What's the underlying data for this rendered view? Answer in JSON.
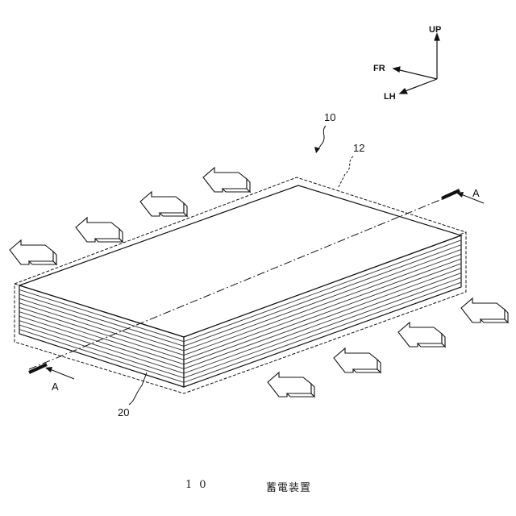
{
  "axes": {
    "up": "UP",
    "front": "FR",
    "left": "LH"
  },
  "references": {
    "device": "10",
    "case_outline": "12",
    "stack": "20",
    "section_top": "A",
    "section_bottom": "A"
  },
  "caption": {
    "number": "10",
    "title": "蓄電装置"
  },
  "arrow_count": 8
}
